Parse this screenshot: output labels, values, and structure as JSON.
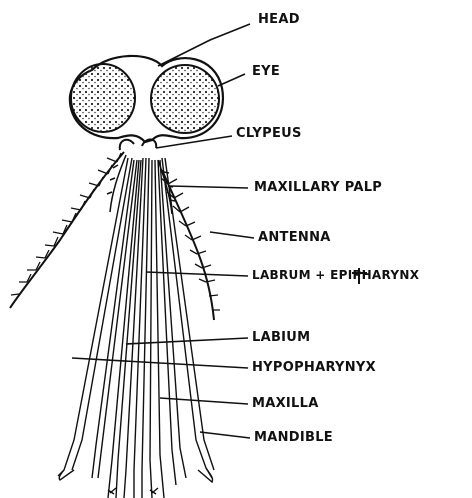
{
  "labels": {
    "head": "HEAD",
    "eye": "EYE",
    "clypeus": "CLYPEUS",
    "maxillary_palp": "MAXILLARY PALP",
    "antenna": "ANTENNA",
    "labrum": "LABRUM + EPIPHARYNX",
    "labium": "LABIUM",
    "hypopharynx": "HYPOPHARYNYX",
    "maxilla": "MAXILLA",
    "mandible": "MANDIBLE"
  },
  "colors": {
    "ink": "#111111",
    "background": "#ffffff"
  }
}
